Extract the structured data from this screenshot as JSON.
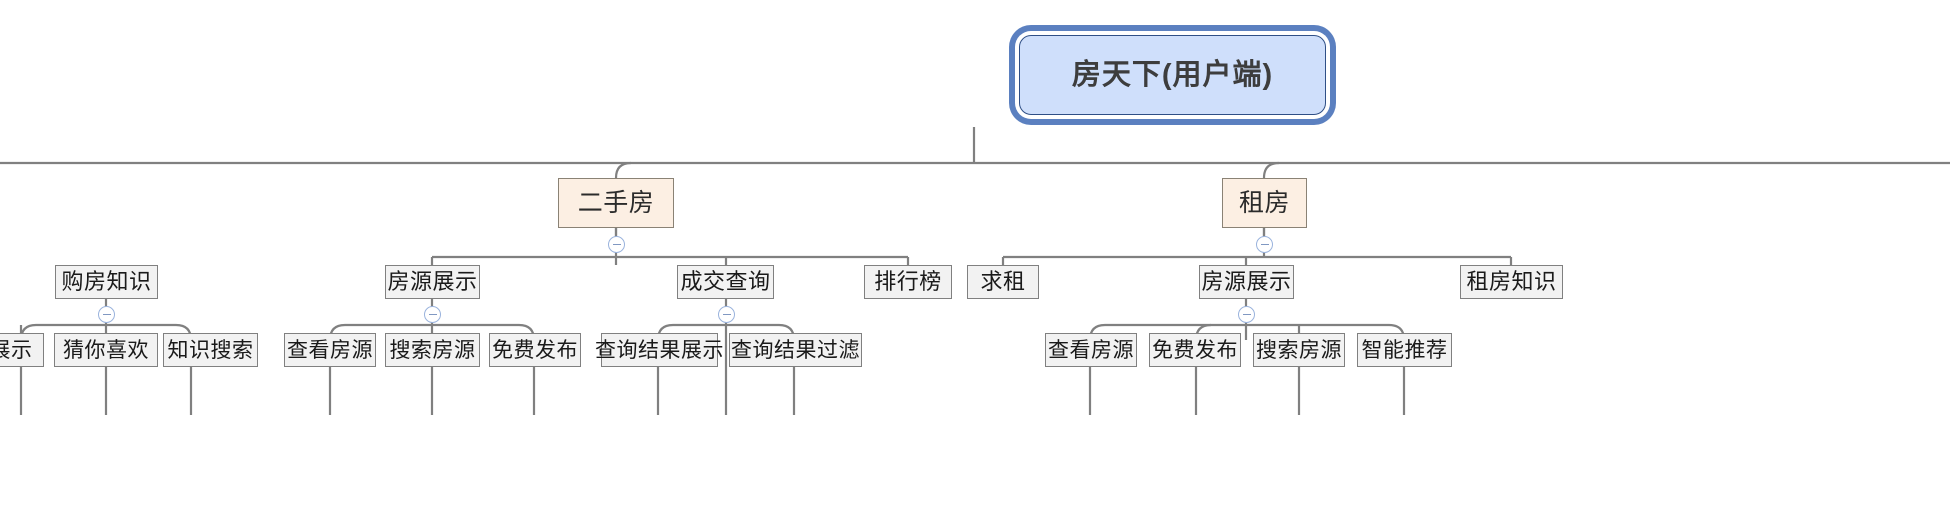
{
  "diagram": {
    "type": "mindmap-tree",
    "title": "房天下(用户端)",
    "orientation": "top-down",
    "colors": {
      "root_fill": "#cfdffb",
      "root_border": "#2f4f86",
      "root_glow": "#5b80c0",
      "branch_fill": "#fcefe3",
      "branch_border": "#8a8275",
      "node_fill": "#f2f2f2",
      "node_border": "#808080",
      "connector": "#808080",
      "collapse_border": "#9ab3dd",
      "background": "#ffffff"
    },
    "root": {
      "label": "房天下(用户端)"
    },
    "branches": [
      {
        "id": "ershoufang",
        "label": "二手房",
        "collapse_state": "expanded",
        "collapse_glyph": "minus"
      },
      {
        "id": "zufang",
        "label": "租房",
        "collapse_state": "expanded",
        "collapse_glyph": "minus"
      }
    ],
    "level3": [
      {
        "id": "gofang-zhishi",
        "label": "购房知识",
        "parent": "ershoufang",
        "collapse_state": "expanded",
        "collapse_glyph": "minus"
      },
      {
        "id": "fangyuan-zhanshi-1",
        "label": "房源展示",
        "parent": "ershoufang",
        "collapse_state": "expanded",
        "collapse_glyph": "minus"
      },
      {
        "id": "chengjiao-chaxun",
        "label": "成交查询",
        "parent": "ershoufang",
        "collapse_state": "expanded",
        "collapse_glyph": "minus"
      },
      {
        "id": "paihangbang",
        "label": "排行榜",
        "parent": "ershoufang",
        "collapse_state": "leaf"
      },
      {
        "id": "qiuzu",
        "label": "求租",
        "parent": "zufang",
        "collapse_state": "leaf"
      },
      {
        "id": "fangyuan-zhanshi-2",
        "label": "房源展示",
        "parent": "zufang",
        "collapse_state": "expanded",
        "collapse_glyph": "minus"
      },
      {
        "id": "zufang-zhishi",
        "label": "租房知识",
        "parent": "zufang",
        "collapse_state": "leaf"
      }
    ],
    "leaves": [
      {
        "id": "leaf-zhanshi",
        "label": "展示",
        "parent": "gofang-zhishi",
        "clipped": true
      },
      {
        "id": "leaf-caini-xihuan",
        "label": "猜你喜欢",
        "parent": "gofang-zhishi"
      },
      {
        "id": "leaf-zhishi-sousuo",
        "label": "知识搜索",
        "parent": "gofang-zhishi"
      },
      {
        "id": "leaf-chakan-fangyuan-1",
        "label": "查看房源",
        "parent": "fangyuan-zhanshi-1"
      },
      {
        "id": "leaf-sousuo-fangyuan-1",
        "label": "搜索房源",
        "parent": "fangyuan-zhanshi-1"
      },
      {
        "id": "leaf-mianfei-fabu-1",
        "label": "免费发布",
        "parent": "fangyuan-zhanshi-1"
      },
      {
        "id": "leaf-chaxun-jieguo-zhanshi",
        "label": "查询结果展示",
        "parent": "chengjiao-chaxun"
      },
      {
        "id": "leaf-chaxun-jieguo-guolv",
        "label": "查询结果过滤",
        "parent": "chengjiao-chaxun"
      },
      {
        "id": "leaf-chakan-fangyuan-2",
        "label": "查看房源",
        "parent": "fangyuan-zhanshi-2"
      },
      {
        "id": "leaf-mianfei-fabu-2",
        "label": "免费发布",
        "parent": "fangyuan-zhanshi-2"
      },
      {
        "id": "leaf-sousuo-fangyuan-2",
        "label": "搜索房源",
        "parent": "fangyuan-zhanshi-2"
      },
      {
        "id": "leaf-zhineng-tuijian",
        "label": "智能推荐",
        "parent": "fangyuan-zhanshi-2"
      }
    ]
  }
}
